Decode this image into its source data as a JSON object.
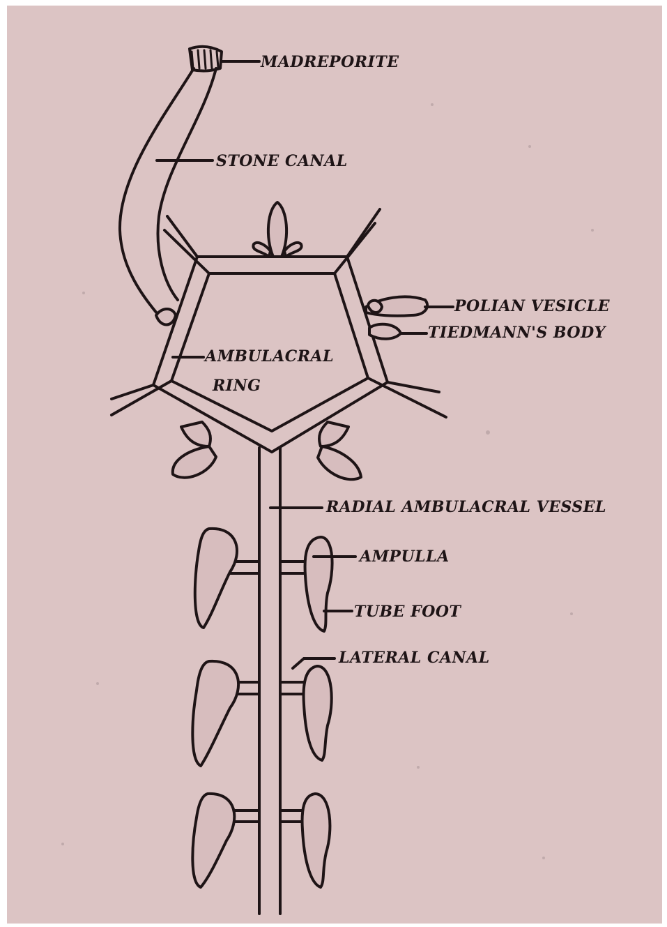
{
  "diagram": {
    "labels": {
      "madreporite": "MADREPORITE",
      "stone_canal": "STONE CANAL",
      "polian_vesicle": "POLIAN VESICLE",
      "tiedmanns_body": "TIEDMANN'S BODY",
      "ambulacral_ring_1": "AMBULACRAL",
      "ambulacral_ring_2": "RING",
      "radial_ambulacral_vessel": "RADIAL AMBULACRAL VESSEL",
      "ampulla": "AMPULLA",
      "tube_foot": "TUBE FOOT",
      "lateral_canal": "LATERAL CANAL"
    },
    "colors": {
      "paper": "#dcc4c4",
      "ink": "#1e1416"
    }
  }
}
